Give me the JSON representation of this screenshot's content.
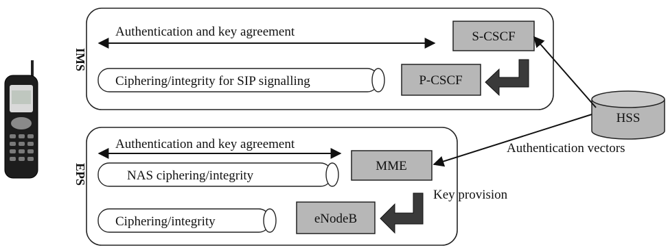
{
  "ims": {
    "label": "IMS",
    "aka": "Authentication and key agreement",
    "channel": "Ciphering/integrity for SIP signalling",
    "scscf": "S-CSCF",
    "pcscf": "P-CSCF"
  },
  "eps": {
    "label": "EPS",
    "aka": "Authentication and key agreement",
    "nas": "NAS ciphering/integrity",
    "channel": "Ciphering/integrity",
    "mme": "MME",
    "enodeb": "eNodeB",
    "key_provision": "Key provision"
  },
  "hss": {
    "label": "HSS",
    "vectors": "Authentication vectors"
  },
  "icons": {
    "handset": "mobile-phone-icon"
  }
}
